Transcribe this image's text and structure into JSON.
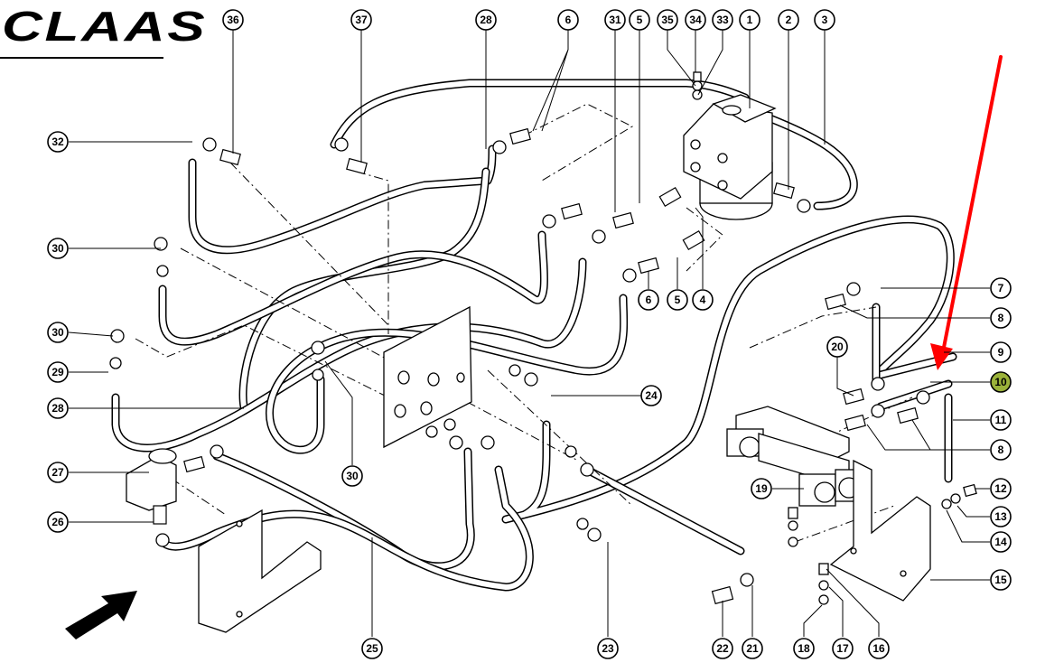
{
  "brand": {
    "logo_text": "CLAAS"
  },
  "diagram": {
    "type": "exploded parts diagram — hydraulic steering lines",
    "highlighted_part": "10",
    "highlight_color": "#9bb23a",
    "pointer_arrow_color": "#ff0000",
    "direction_arrow_color": "#000000"
  },
  "callouts": [
    {
      "id": "c1",
      "label": "1"
    },
    {
      "id": "c2",
      "label": "2"
    },
    {
      "id": "c3",
      "label": "3"
    },
    {
      "id": "c4",
      "label": "4"
    },
    {
      "id": "c5a",
      "label": "5"
    },
    {
      "id": "c5b",
      "label": "5"
    },
    {
      "id": "c6a",
      "label": "6"
    },
    {
      "id": "c6b",
      "label": "6"
    },
    {
      "id": "c7",
      "label": "7"
    },
    {
      "id": "c8a",
      "label": "8"
    },
    {
      "id": "c8b",
      "label": "8"
    },
    {
      "id": "c9",
      "label": "9"
    },
    {
      "id": "c10",
      "label": "10",
      "highlighted": true
    },
    {
      "id": "c11",
      "label": "11"
    },
    {
      "id": "c12",
      "label": "12"
    },
    {
      "id": "c13",
      "label": "13"
    },
    {
      "id": "c14",
      "label": "14"
    },
    {
      "id": "c15",
      "label": "15"
    },
    {
      "id": "c16",
      "label": "16"
    },
    {
      "id": "c17",
      "label": "17"
    },
    {
      "id": "c18",
      "label": "18"
    },
    {
      "id": "c19",
      "label": "19"
    },
    {
      "id": "c20",
      "label": "20"
    },
    {
      "id": "c21",
      "label": "21"
    },
    {
      "id": "c22",
      "label": "22"
    },
    {
      "id": "c23",
      "label": "23"
    },
    {
      "id": "c24",
      "label": "24"
    },
    {
      "id": "c25",
      "label": "25"
    },
    {
      "id": "c26",
      "label": "26"
    },
    {
      "id": "c27",
      "label": "27"
    },
    {
      "id": "c28a",
      "label": "28"
    },
    {
      "id": "c28b",
      "label": "28"
    },
    {
      "id": "c29",
      "label": "29"
    },
    {
      "id": "c30a",
      "label": "30"
    },
    {
      "id": "c30b",
      "label": "30"
    },
    {
      "id": "c30c",
      "label": "30"
    },
    {
      "id": "c31",
      "label": "31"
    },
    {
      "id": "c32",
      "label": "32"
    },
    {
      "id": "c33",
      "label": "33"
    },
    {
      "id": "c34",
      "label": "34"
    },
    {
      "id": "c35",
      "label": "35"
    },
    {
      "id": "c36",
      "label": "36"
    },
    {
      "id": "c37",
      "label": "37"
    }
  ]
}
